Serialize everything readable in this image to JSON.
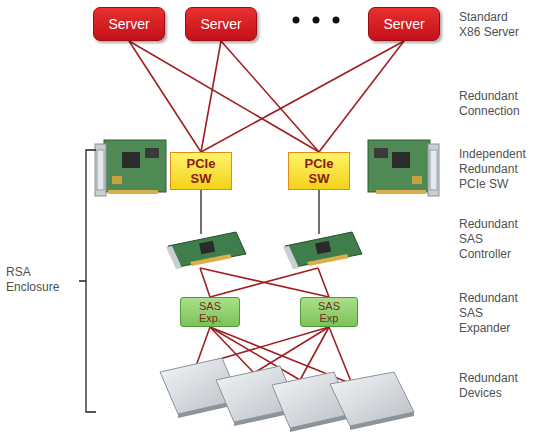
{
  "diagram": {
    "nodes": [
      {
        "text": [
          "Server"
        ]
      },
      {
        "text": [
          "Server"
        ]
      },
      {
        "text": [
          "Server"
        ]
      },
      {
        "text": [
          "PCIe SW"
        ]
      },
      {
        "text": [
          "PCIe SW"
        ]
      },
      {
        "text": [
          "SAS Exp."
        ]
      },
      {
        "text": [
          "SAS Exp"
        ]
      }
    ],
    "edges": [
      {
        "from": 0,
        "to": 3,
        "arrow": "none"
      },
      {
        "from": 0,
        "to": 4,
        "arrow": "none"
      },
      {
        "from": 1,
        "to": 3,
        "arrow": "none"
      },
      {
        "from": 1,
        "to": 4,
        "arrow": "none"
      },
      {
        "from": 2,
        "to": 3,
        "arrow": "none"
      },
      {
        "from": 2,
        "to": 4,
        "arrow": "none"
      }
    ],
    "labels": [
      "Standard X86 Server",
      "Redundant Connection",
      "Independent Redundant PCIe SW",
      "Redundant SAS Controller",
      "Redundant SAS Expander",
      "Redundant Devices",
      "RSA Enclosure"
    ]
  }
}
